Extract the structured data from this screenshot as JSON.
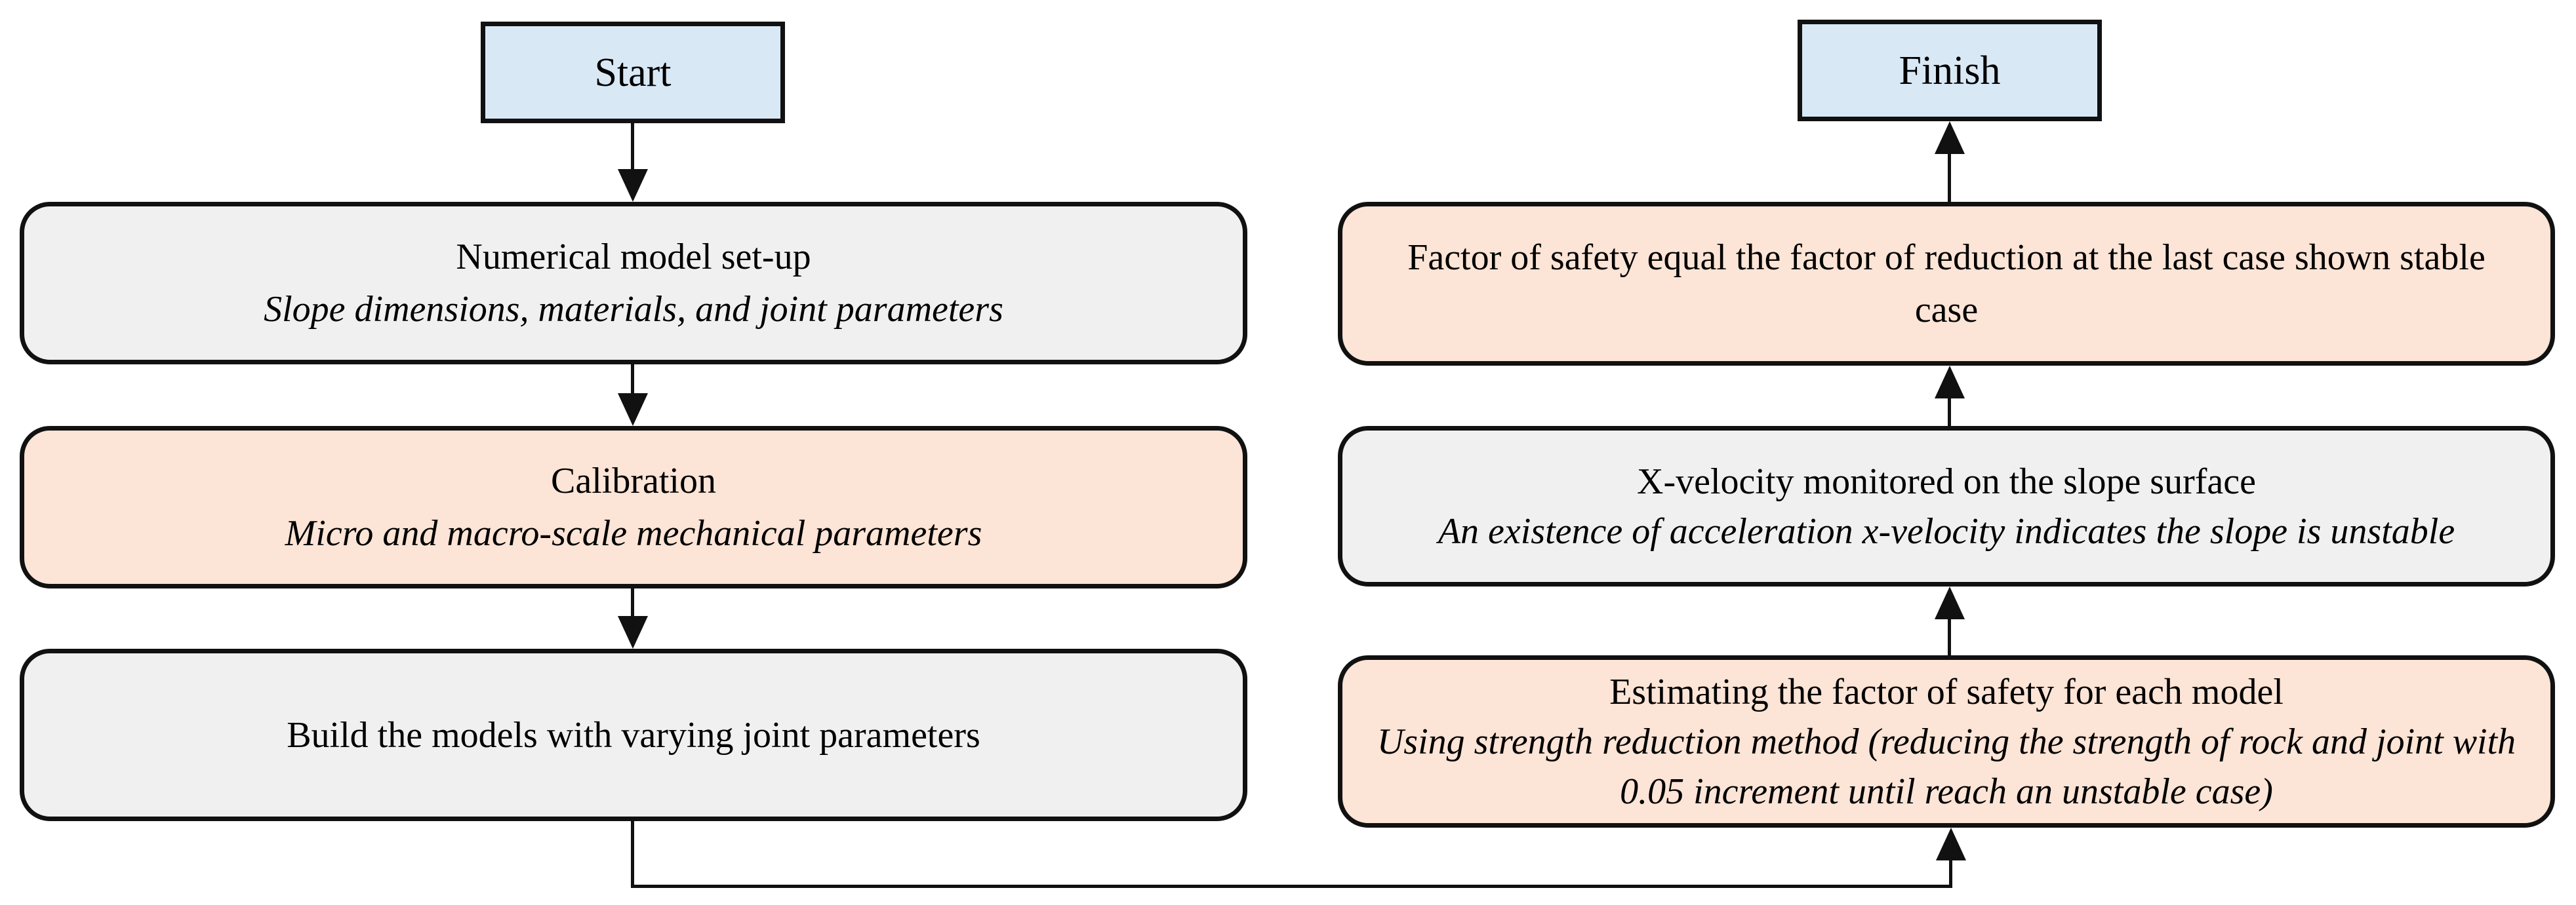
{
  "diagram": {
    "type": "flowchart",
    "nodes": {
      "start": {
        "label": "Start"
      },
      "model_setup": {
        "title": "Numerical model set-up",
        "subtitle": "Slope dimensions, materials, and joint parameters"
      },
      "calibration": {
        "title": "Calibration",
        "subtitle": "Micro and macro-scale mechanical parameters"
      },
      "build_models": {
        "title": "Build the models with varying joint parameters"
      },
      "estimating": {
        "title": "Estimating the factor of safety for each model",
        "subtitle": "Using strength reduction method (reducing the strength of rock and joint with 0.05 increment until reach an unstable case)"
      },
      "x_velocity": {
        "title": "X-velocity monitored  on the slope surface",
        "subtitle": "An existence of acceleration x-velocity indicates the slope is unstable"
      },
      "factor_safety": {
        "title": "Factor of safety equal the factor of reduction at the last case shown stable case"
      },
      "finish": {
        "label": "Finish"
      }
    },
    "edges": [
      {
        "from": "start",
        "to": "model_setup"
      },
      {
        "from": "model_setup",
        "to": "calibration"
      },
      {
        "from": "calibration",
        "to": "build_models"
      },
      {
        "from": "build_models",
        "to": "estimating"
      },
      {
        "from": "estimating",
        "to": "x_velocity"
      },
      {
        "from": "x_velocity",
        "to": "factor_safety"
      },
      {
        "from": "factor_safety",
        "to": "finish"
      }
    ],
    "colors": {
      "terminal_fill": "#d9e8f5",
      "process_gray": "#f0f0f1",
      "process_peach": "#fce4d6",
      "border": "#111111"
    }
  }
}
